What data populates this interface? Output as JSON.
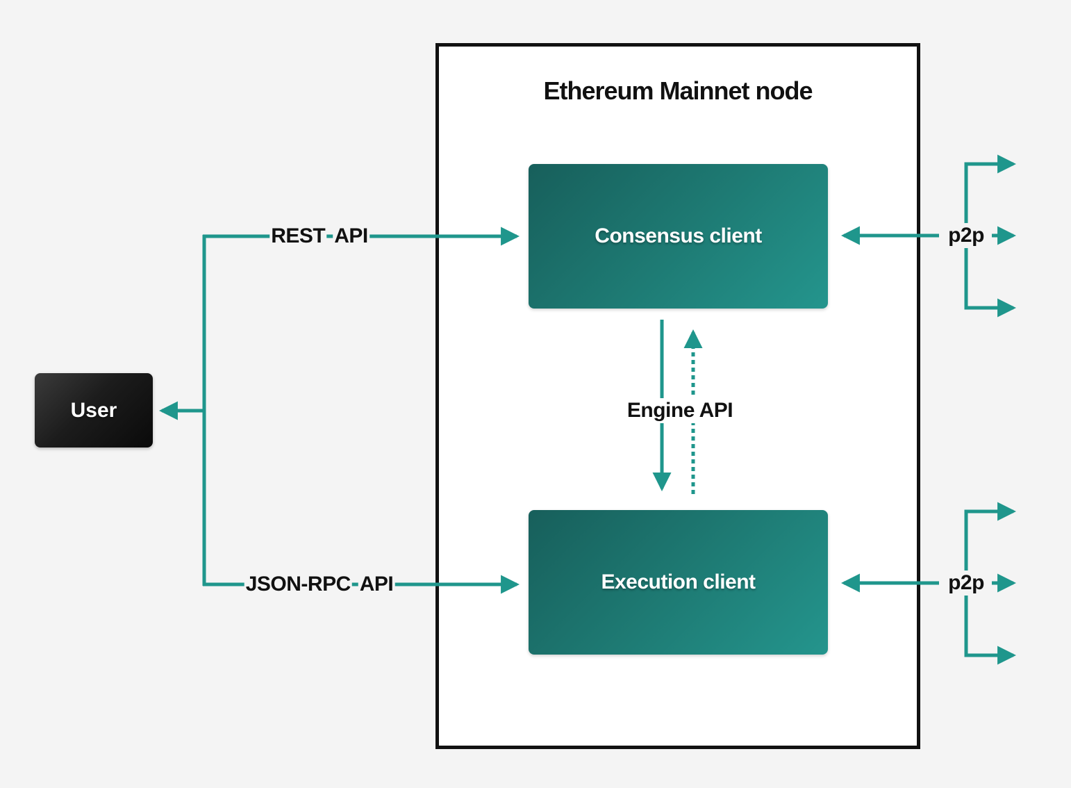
{
  "colors": {
    "accent": "#1f968c",
    "page-bg": "#f4f4f4",
    "node-bg": "#ffffff",
    "node-border": "#111111",
    "client-grad-start": "#175f5b",
    "client-grad-mid": "#1e7b74",
    "client-grad-end": "#24958d",
    "user-grad-start": "#3b3b3b",
    "user-grad-end": "#0a0a0a",
    "label-dark": "#111111",
    "label-light": "#ffffff"
  },
  "node": {
    "title": "Ethereum Mainnet node"
  },
  "boxes": {
    "user": {
      "label": "User"
    },
    "consensus": {
      "label": "Consensus client"
    },
    "execution": {
      "label": "Execution client"
    }
  },
  "edges": {
    "rest_api": {
      "words": [
        "REST",
        "API"
      ]
    },
    "json_rpc_api": {
      "words": [
        "JSON-RPC",
        "API"
      ]
    },
    "engine_api": {
      "label": "Engine API"
    },
    "p2p_top": {
      "label": "p2p"
    },
    "p2p_bottom": {
      "label": "p2p"
    }
  }
}
